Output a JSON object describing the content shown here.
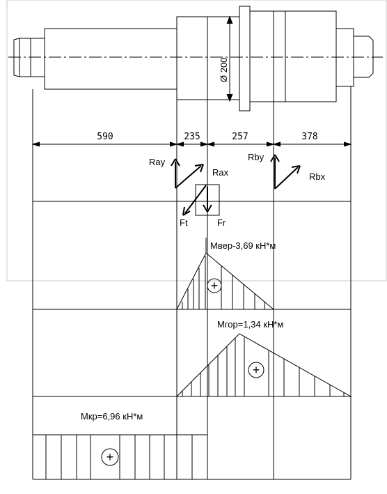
{
  "shaft": {
    "diameter_label": "Ø 200"
  },
  "dimensions": [
    "590",
    "235",
    "257",
    "378"
  ],
  "forces": {
    "ray": "Ray",
    "rax": "Rax",
    "rby": "Rby",
    "rbx": "Rbx",
    "ft": "Ft",
    "fr": "Fr"
  },
  "moments": {
    "vertical": "Мвер-3,69 кН*м",
    "horizontal": "Мгор=1,34 кН*м",
    "torque": "Мкр=6,96 кН*м"
  },
  "sign_symbol": "+"
}
